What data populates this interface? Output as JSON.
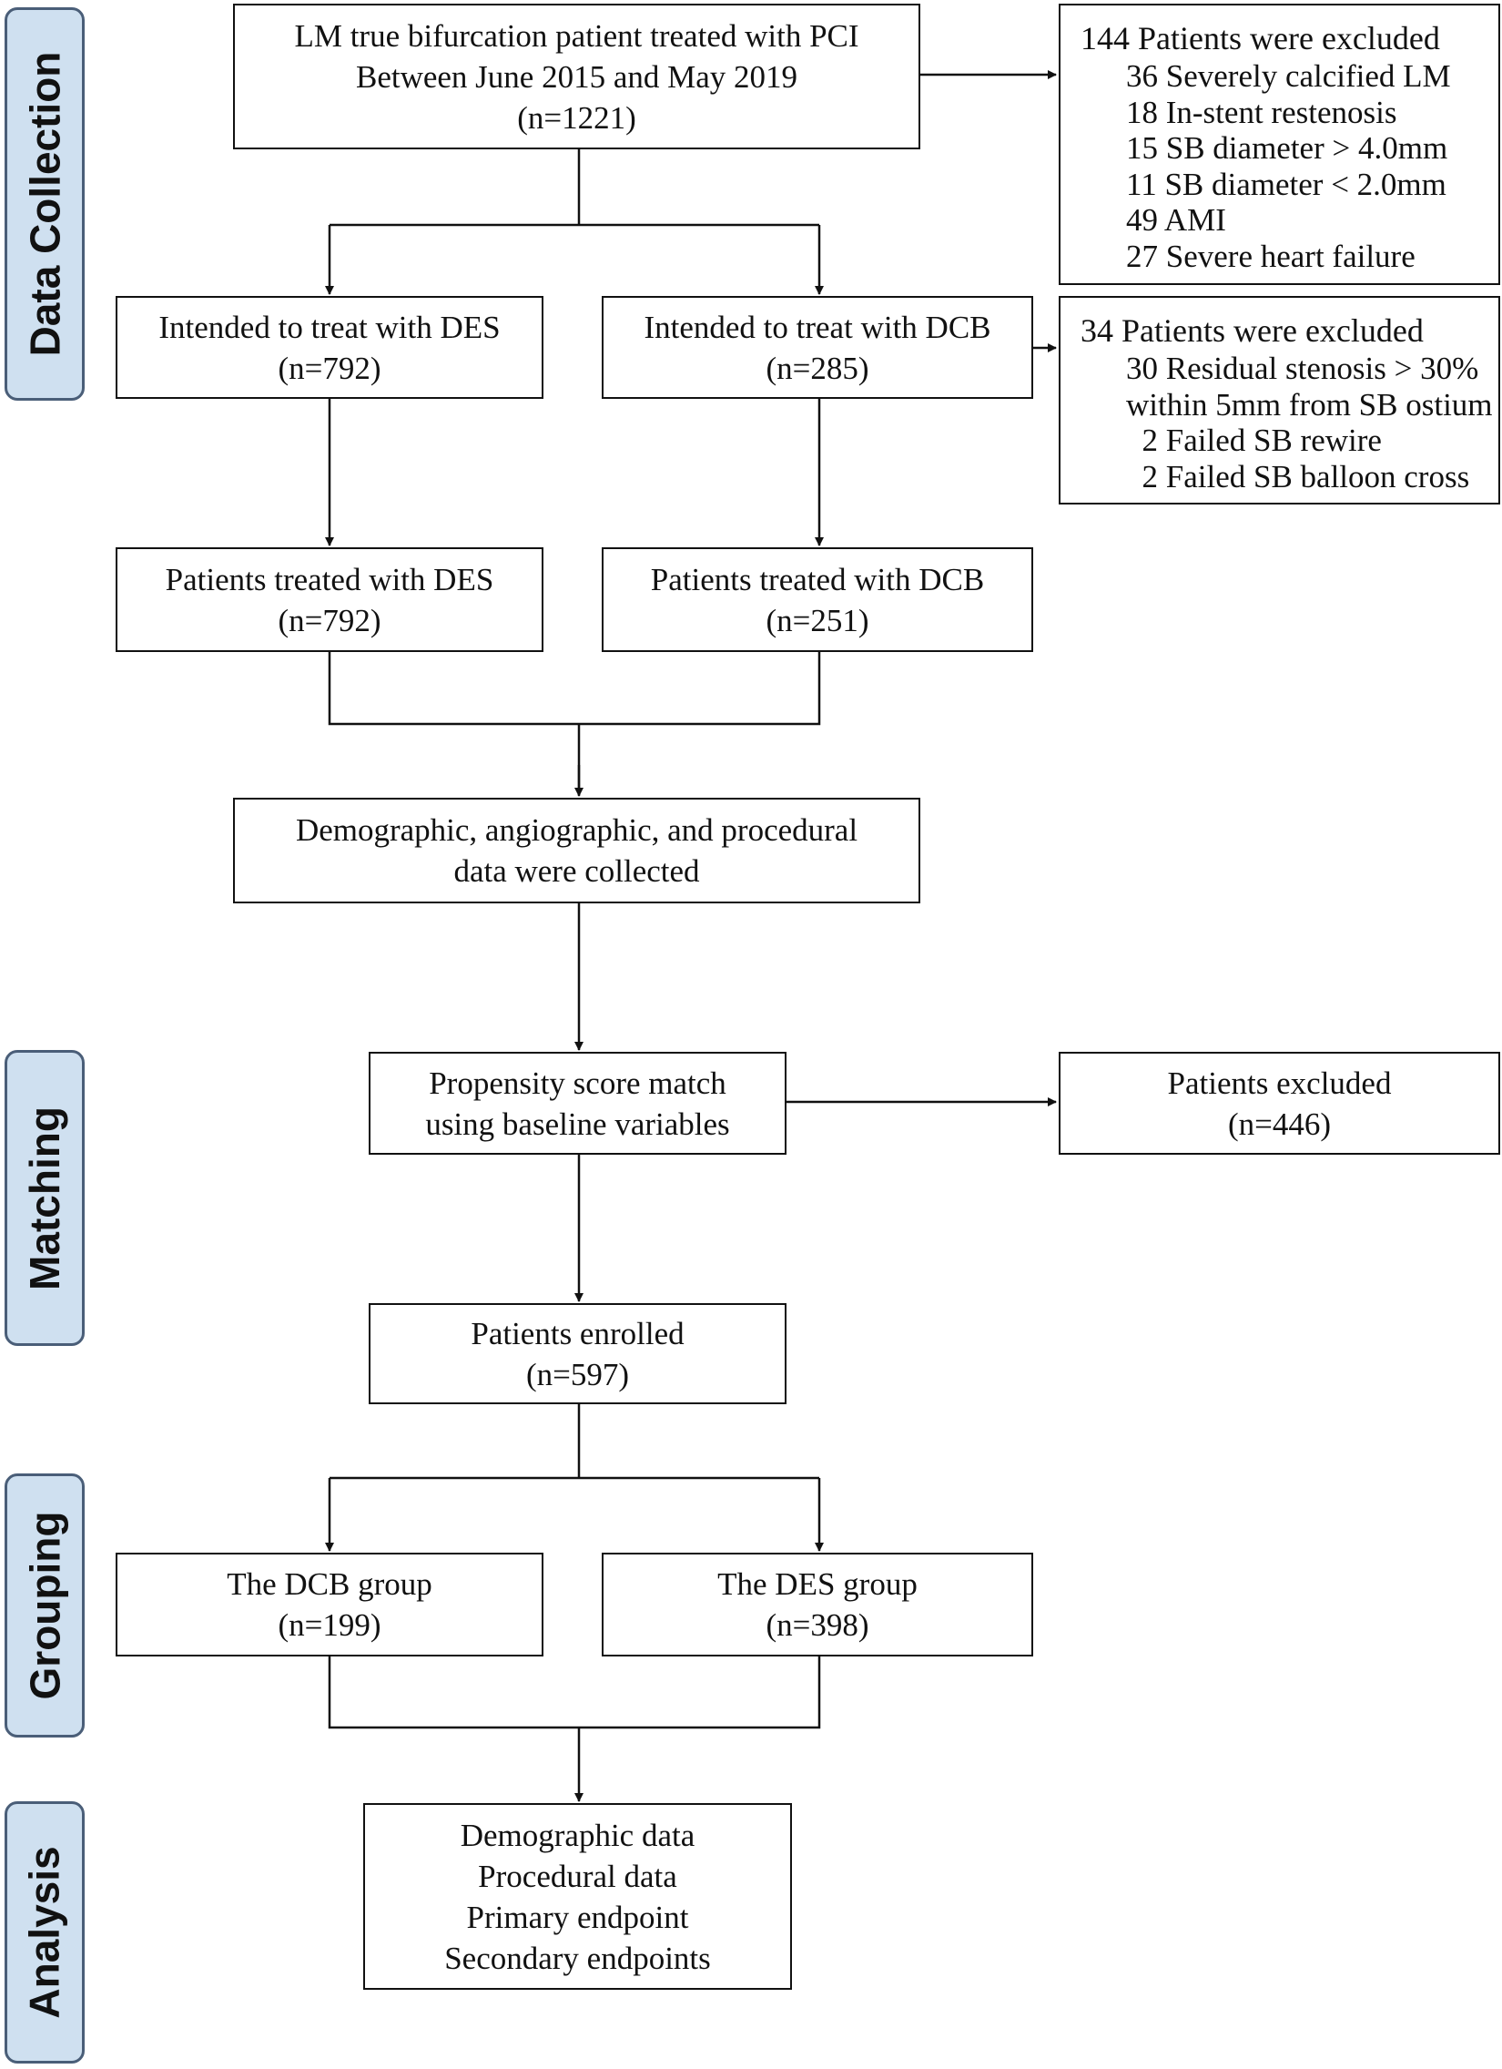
{
  "stage_labels": {
    "data_collection": "Data Collection",
    "matching": "Matching",
    "grouping": "Grouping",
    "analysis": "Analysis"
  },
  "boxes": {
    "source": {
      "lines": [
        "LM true bifurcation patient treated with PCI",
        "Between June 2015 and May 2019",
        "(n=1221)"
      ]
    },
    "excluded_initial": {
      "heading": "144 Patients were excluded",
      "items": [
        "36 Severely calcified LM",
        "18 In-stent restenosis",
        "15 SB diameter > 4.0mm",
        "11 SB diameter < 2.0mm",
        "49 AMI",
        "27 Severe heart failure"
      ]
    },
    "intended_des": {
      "lines": [
        "Intended to treat with DES",
        "(n=792)"
      ]
    },
    "intended_dcb": {
      "lines": [
        "Intended to treat with DCB",
        "(n=285)"
      ]
    },
    "excluded_dcb": {
      "heading": "34 Patients were excluded",
      "items": [
        "30 Residual stenosis > 30%",
        "within 5mm from SB ostium",
        "  2 Failed SB rewire",
        "  2 Failed SB balloon cross"
      ]
    },
    "treated_des": {
      "lines": [
        "Patients treated with DES",
        "(n=792)"
      ]
    },
    "treated_dcb": {
      "lines": [
        "Patients treated with DCB",
        "(n=251)"
      ]
    },
    "data_collected": {
      "lines": [
        "Demographic, angiographic, and procedural",
        "data were collected"
      ]
    },
    "psm": {
      "lines": [
        "Propensity score match",
        "using baseline variables"
      ]
    },
    "psm_excluded": {
      "lines": [
        "Patients excluded",
        "(n=446)"
      ]
    },
    "enrolled": {
      "lines": [
        "Patients enrolled",
        "(n=597)"
      ]
    },
    "dcb_group": {
      "lines": [
        "The DCB group",
        "(n=199)"
      ]
    },
    "des_group": {
      "lines": [
        "The DES group",
        "(n=398)"
      ]
    },
    "analysis": {
      "lines": [
        "Demographic data",
        "Procedural data",
        "Primary endpoint",
        "Secondary endpoints"
      ]
    }
  }
}
